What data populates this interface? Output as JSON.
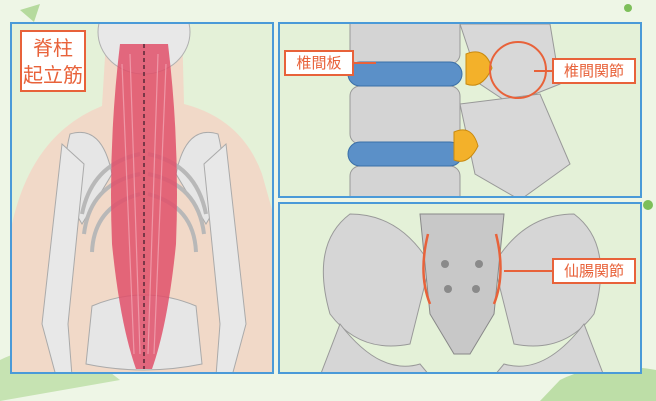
{
  "labels": {
    "erector_spinae_line1": "脊柱",
    "erector_spinae_line2": "起立筋",
    "intervertebral_disc": "椎間板",
    "facet_joint": "椎間関節",
    "sacroiliac_joint": "仙腸関節"
  },
  "colors": {
    "panel_border": "#4a9ad8",
    "label_accent": "#e8623a",
    "muscle": "#e0506a",
    "disc": "#5b90c8",
    "facet": "#f3b12a",
    "bone": "#d6d6d6",
    "background": "#e4f1d8"
  }
}
